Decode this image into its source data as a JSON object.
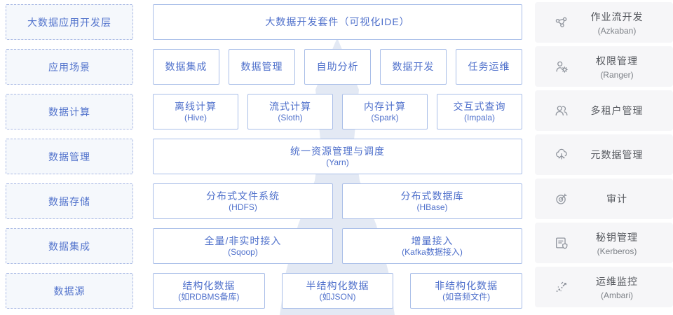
{
  "colors": {
    "accent_blue_text": "#5273cc",
    "component_border": "#a9bee8",
    "layer_dashed_border": "#a9b9e4",
    "layer_box_bg": "#f5f8fc",
    "arrow_fill": "#e3e9f4",
    "service_card_bg": "#f6f6f8",
    "icon_gray": "#8e939c",
    "service_text": "#54575d",
    "service_subtext": "#7d8187"
  },
  "left_column": {
    "items": [
      {
        "label": "大数据应用开发层"
      },
      {
        "label": "应用场景"
      },
      {
        "label": "数据计算"
      },
      {
        "label": "数据管理"
      },
      {
        "label": "数据存储"
      },
      {
        "label": "数据集成"
      },
      {
        "label": "数据源"
      }
    ]
  },
  "middle": {
    "rows": [
      {
        "boxes": [
          {
            "title": "大数据开发套件（可视化IDE）",
            "subtitle": ""
          }
        ]
      },
      {
        "boxes": [
          {
            "title": "数据集成",
            "subtitle": ""
          },
          {
            "title": "数据管理",
            "subtitle": ""
          },
          {
            "title": "自助分析",
            "subtitle": ""
          },
          {
            "title": "数据开发",
            "subtitle": ""
          },
          {
            "title": "任务运维",
            "subtitle": ""
          }
        ]
      },
      {
        "boxes": [
          {
            "title": "离线计算",
            "subtitle": "(Hive)"
          },
          {
            "title": "流式计算",
            "subtitle": "(Sloth)"
          },
          {
            "title": "内存计算",
            "subtitle": "(Spark)"
          },
          {
            "title": "交互式查询",
            "subtitle": "(Impala)"
          }
        ]
      },
      {
        "boxes": [
          {
            "title": "统一资源管理与调度",
            "subtitle": "(Yarn)"
          }
        ]
      },
      {
        "boxes": [
          {
            "title": "分布式文件系统",
            "subtitle": "(HDFS)"
          },
          {
            "title": "分布式数据库",
            "subtitle": "(HBase)"
          }
        ]
      },
      {
        "boxes": [
          {
            "title": "全量/非实时接入",
            "subtitle": "(Sqoop)"
          },
          {
            "title": "增量接入",
            "subtitle": "(Kafka数据接入)"
          }
        ]
      },
      {
        "boxes": [
          {
            "title": "结构化数据",
            "subtitle": "(如RDBMS备库)"
          },
          {
            "title": "半结构化数据",
            "subtitle": "(如JSON)"
          },
          {
            "title": "非结构化数据",
            "subtitle": "(如音频文件)"
          }
        ]
      }
    ]
  },
  "right_column": {
    "items": [
      {
        "icon": "workflow-icon",
        "label": "作业流开发",
        "sub": "(Azkaban)"
      },
      {
        "icon": "user-gear-icon",
        "label": "权限管理",
        "sub": "(Ranger)"
      },
      {
        "icon": "users-icon",
        "label": "多租户管理",
        "sub": ""
      },
      {
        "icon": "cloud-branch-icon",
        "label": "元数据管理",
        "sub": ""
      },
      {
        "icon": "target-dart-icon",
        "label": "审计",
        "sub": ""
      },
      {
        "icon": "document-shield-icon",
        "label": "秘钥管理",
        "sub": "(Kerberos)"
      },
      {
        "icon": "scatter-monitor-icon",
        "label": "运维监控",
        "sub": "(Ambari)"
      }
    ]
  }
}
